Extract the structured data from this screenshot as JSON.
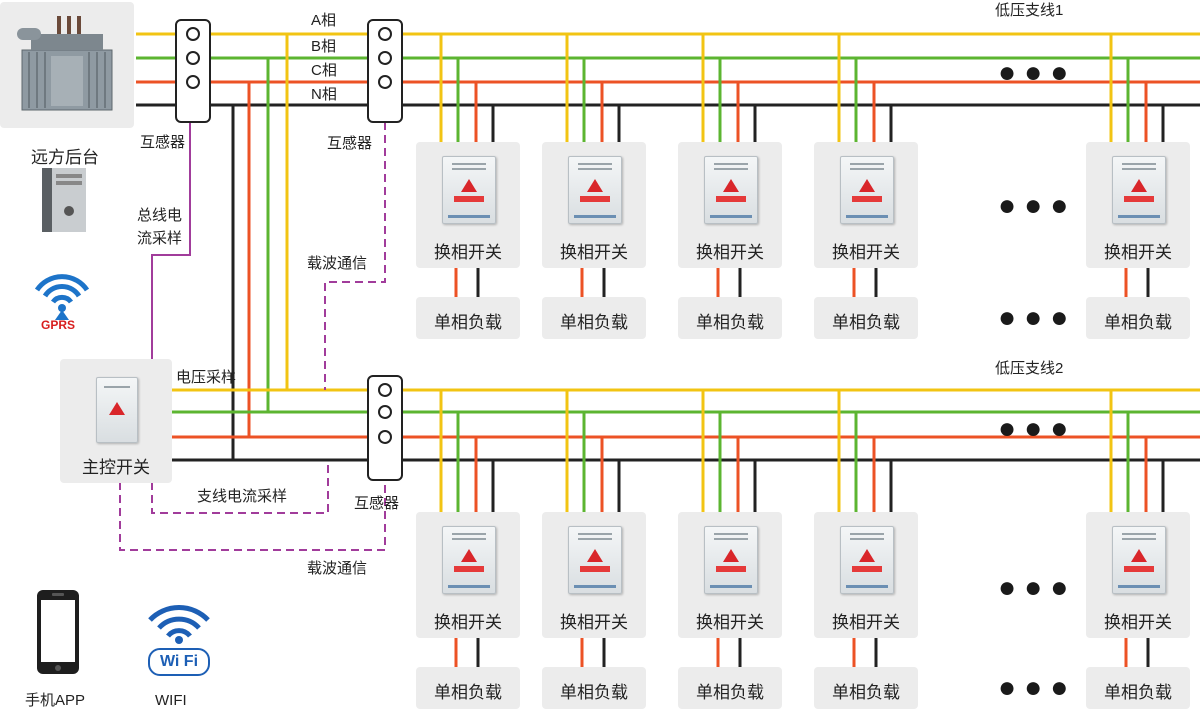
{
  "phase_labels": {
    "a": "A相",
    "b": "B相",
    "c": "C相",
    "n": "N相"
  },
  "branch1_label": "低压支线1",
  "branch2_label": "低压支线2",
  "transformer_caption": "远方后台",
  "ct_label": "互感器",
  "bus_current_sampling": "总线电流采样",
  "voltage_sampling": "电压采样",
  "carrier_comm": "载波通信",
  "branch_current_sampling": "支线电流采样",
  "main_switch_label": "主控开关",
  "phase_switch_label": "换相开关",
  "single_phase_load_label": "单相负载",
  "gprs_label": "GPRS",
  "phone_label": "手机APP",
  "wifi_label": "WIFI",
  "wifi_logo_text": "Wi Fi",
  "ellipsis": "●●●",
  "colors": {
    "phase_a": "#f2c413",
    "phase_b": "#5cb531",
    "phase_c": "#ec5225",
    "neutral": "#222222",
    "comm_dashed": "#a13c9b",
    "box_bg": "#ececec"
  }
}
